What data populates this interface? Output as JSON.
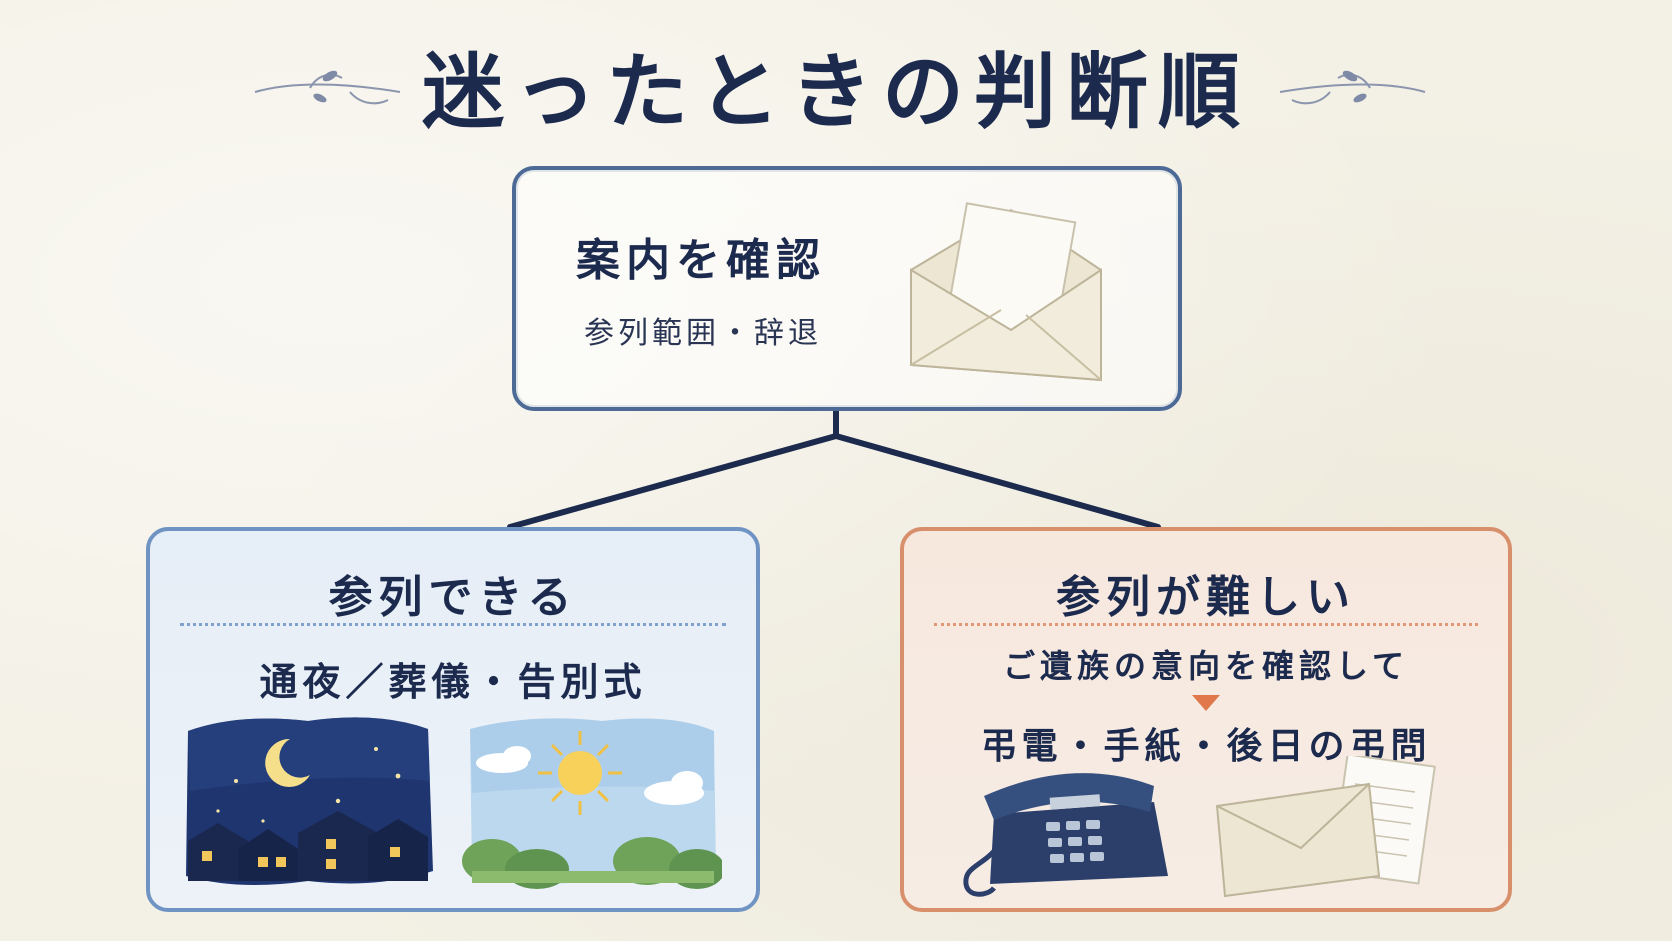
{
  "title": "迷ったときの判断順",
  "top": {
    "title": "案内を確認",
    "subtitle": "参列範囲・辞退"
  },
  "left": {
    "title": "参列できる",
    "subtitle": "通夜／葬儀・告別式"
  },
  "right": {
    "title": "参列が難しい",
    "line1": "ご遺族の意向を確認して",
    "line2": "弔電・手紙・後日の弔問"
  },
  "colors": {
    "navy": "#1c2a4e",
    "blue_border": "#6f94c4",
    "orange_border": "#d8906c",
    "top_border": "#4d6a96"
  },
  "icons": [
    "envelope-icon",
    "night-scene-icon",
    "day-scene-icon",
    "telephone-icon",
    "letter-icon"
  ]
}
